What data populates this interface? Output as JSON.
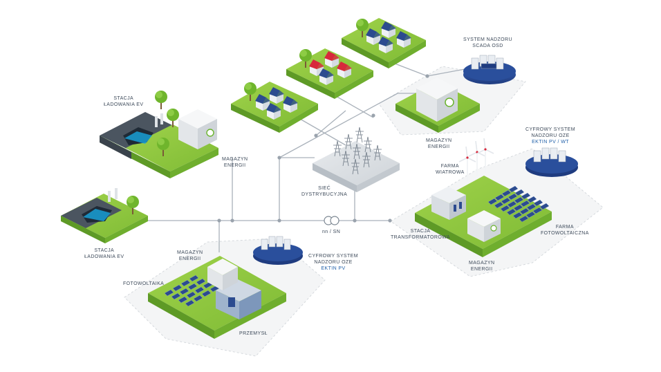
{
  "labels": {
    "scada": [
      "SYSTEM NADZORU",
      "SCADA OSD"
    ],
    "ev_top": [
      "STACJA",
      "ŁADOWANIA EV"
    ],
    "storage_top": [
      "MAGAZYN",
      "ENERGII"
    ],
    "storage_mid_left": [
      "MAGAZYN",
      "ENERGII"
    ],
    "grid": [
      "SIEĆ",
      "DYSTRYBUCYJNA"
    ],
    "cyfrowy_right": [
      "CYFROWY SYSTEM",
      "NADZORU OZE"
    ],
    "cyfrowy_right_accent": "EKTIN PV / WT",
    "wind": [
      "FARMA",
      "WIATROWA"
    ],
    "ev_bottom": [
      "STACJA",
      "ŁADOWANIA EV"
    ],
    "transformer_symbol": "nn / SN",
    "substation": [
      "STACJA",
      "TRANSFORMATOROWA"
    ],
    "pv_farm": [
      "FARMA",
      "FOTOWOLTAICZNA"
    ],
    "storage_industry": [
      "MAGAZYN",
      "ENERGII"
    ],
    "cyfrowy_left": [
      "CYFROWY SYSTEM",
      "NADZORU OZE"
    ],
    "cyfrowy_left_accent": "EKTIN PV",
    "pv_industry": "FOTOWOLTAIKA",
    "storage_renewable": [
      "MAGAZYN",
      "ENERGII"
    ],
    "industry": "PRZEMYSŁ"
  },
  "colors": {
    "grass": "#8cc63f",
    "grass_side": "#5e9a26",
    "line": "#a9b1ba",
    "node": "#9aa3ad",
    "text": "#3d4a5a",
    "accent": "#1f5fa8",
    "platform_blue": "#2a4f9c",
    "panel": "#2c4b8f"
  },
  "icons": [
    "house-icon",
    "tree-icon",
    "car-icon",
    "charger-icon",
    "battery-storage-icon",
    "pylon-icon",
    "wind-turbine-icon",
    "solar-panel-icon",
    "factory-icon",
    "server-rack-icon",
    "transformer-icon"
  ]
}
